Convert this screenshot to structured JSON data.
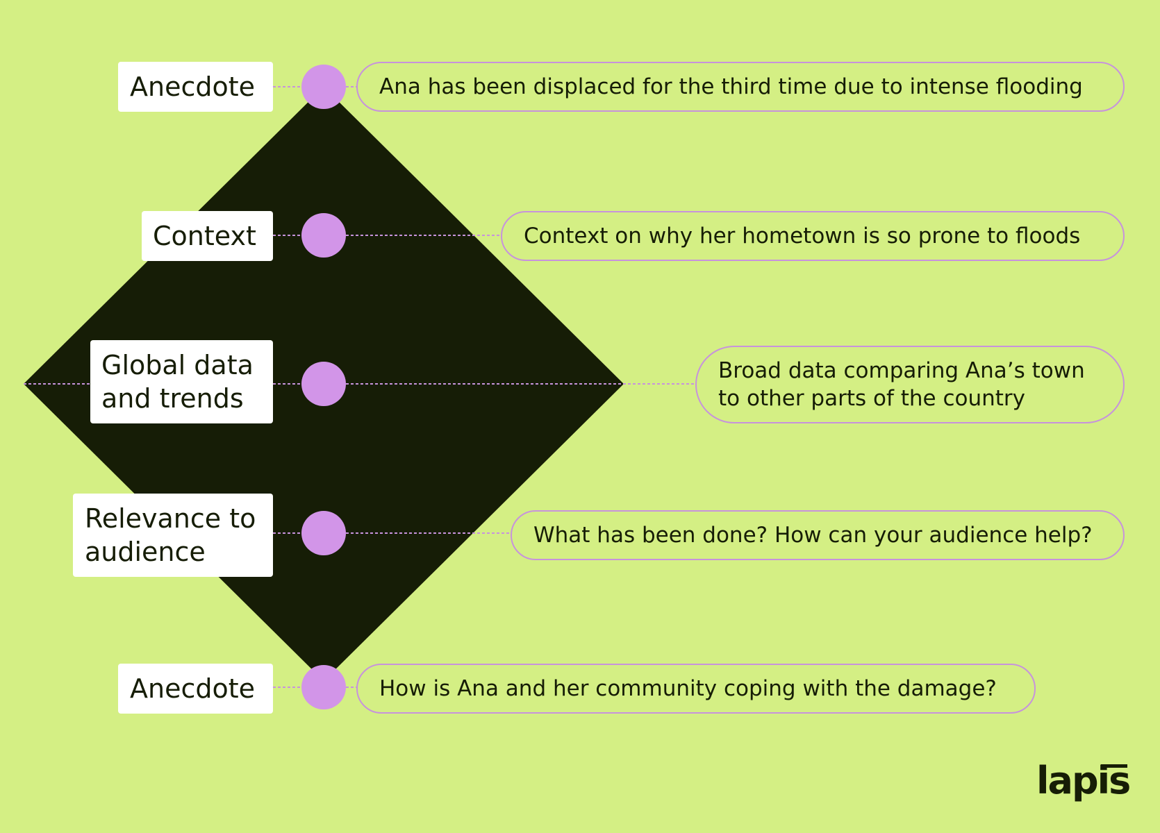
{
  "colors": {
    "background": "#d4ef84",
    "diamond": "#161d06",
    "node": "#d295e8",
    "connector": "#c793dc",
    "label_bg": "#ffffff",
    "text": "#161d06"
  },
  "stages": [
    {
      "label": "Anecdote",
      "description": "Ana has been displaced for the third time due to intense flooding"
    },
    {
      "label": "Context",
      "description": "Context on why her hometown is so prone to floods"
    },
    {
      "label": "Global data\nand trends",
      "description": "Broad data comparing Ana’s town\nto other parts of the country"
    },
    {
      "label": "Relevance to\naudience",
      "description": "What has been done? How can your audience help?"
    },
    {
      "label": "Anecdote",
      "description": "How is Ana and her community coping with the damage?"
    }
  ],
  "brand": {
    "name": "lapis"
  }
}
